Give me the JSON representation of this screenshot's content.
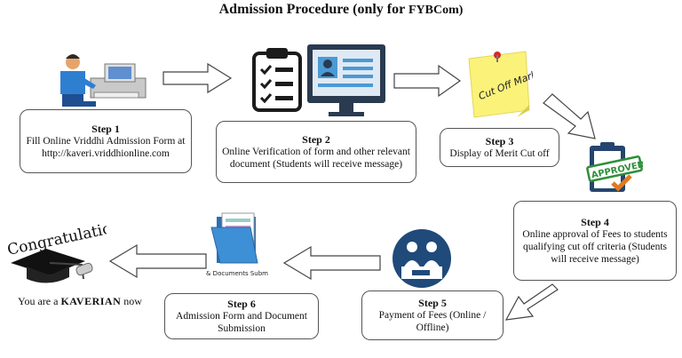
{
  "title": "Admission Procedure (only for",
  "title_suffix": "FYBCom)",
  "steps": [
    {
      "label": "Step 1",
      "text": "Fill Online Vriddhi Admission Form at http://kaveri.vriddhionline.com"
    },
    {
      "label": "Step 2",
      "text": "Online Verification of form and other relevant document (Students will receive message)"
    },
    {
      "label": "Step 3",
      "text": "Display of Merit Cut off"
    },
    {
      "label": "Step 4",
      "text": "Online approval of Fees to students qualifying cut off criteria (Students will receive message)"
    },
    {
      "label": "Step 5",
      "text": "Payment of Fees (Online / Offline)"
    },
    {
      "label": "Step 6",
      "text": "Admission Form and Document Submission"
    }
  ],
  "note_text": "Cut Off Marks",
  "stamp_text": "APPROVED",
  "folder_text": "Form & Documents Submission",
  "congrats_text": "Congratulations",
  "kaverian_prefix": "You are a",
  "kaverian_word": "KAVERIAN",
  "kaverian_suffix": "now",
  "icons": [
    "computer-user-icon",
    "checklist-icon",
    "monitor-profile-icon",
    "sticky-note-icon",
    "approved-clipboard-icon",
    "payment-desk-icon",
    "folder-icon",
    "graduation-cap-icon"
  ]
}
